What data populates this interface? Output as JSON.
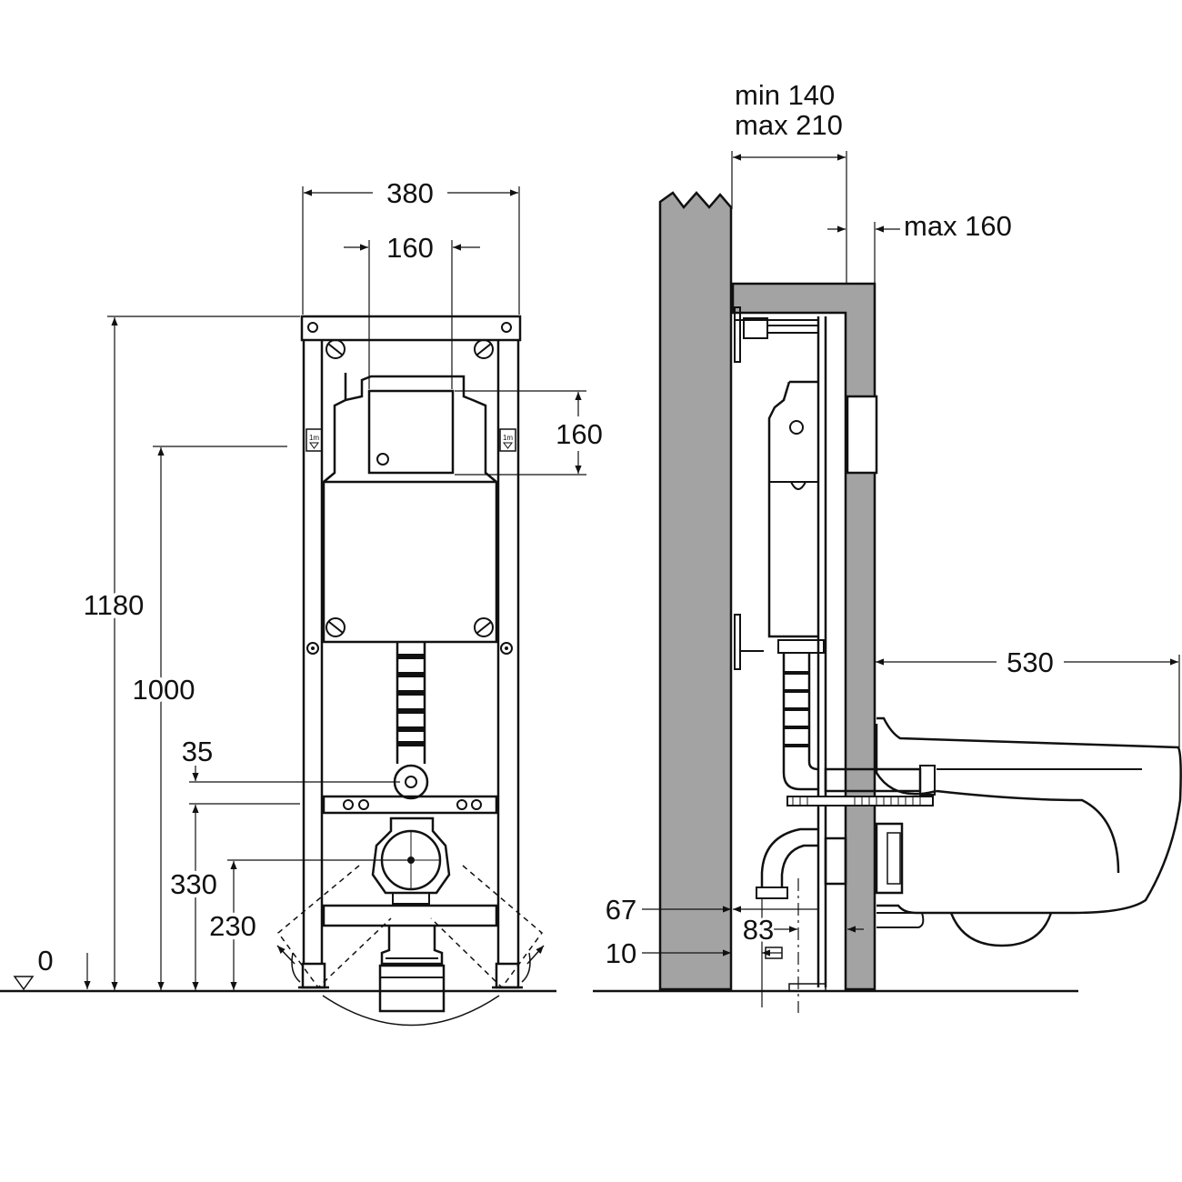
{
  "front_view": {
    "labels": {
      "width_overall": "380",
      "width_plate": "160",
      "height_plate": "160",
      "height_total": "1180",
      "height_actuation": "1000",
      "offset_35": "35",
      "height_330": "330",
      "height_230": "230",
      "floor_level": "0"
    },
    "stickers": [
      "1m",
      "1m"
    ]
  },
  "side_view": {
    "labels": {
      "wall_depth_min": "min 140",
      "wall_depth_max": "max 210",
      "panel_max": "max 160",
      "bowl_projection": "530",
      "dim_67": "67",
      "dim_83": "83",
      "dim_10": "10"
    }
  },
  "colors": {
    "line": "#111111",
    "wall": "#a3a3a3",
    "background": "#ffffff"
  }
}
